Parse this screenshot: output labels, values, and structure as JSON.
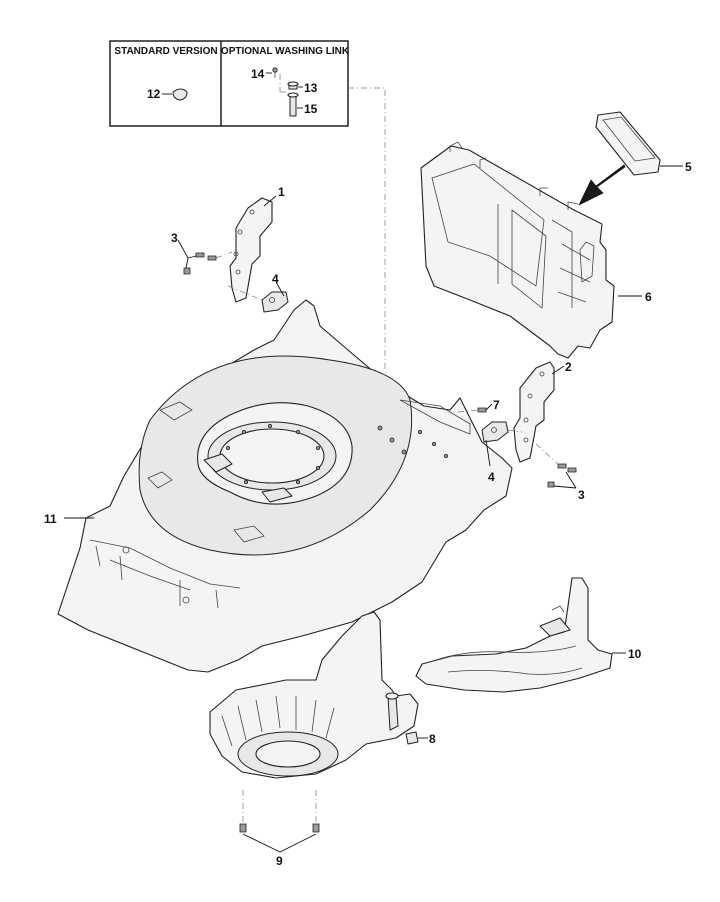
{
  "optional_box": {
    "standard_header": "STANDARD VERSION",
    "washing_header": "OPTIONAL WASHING LINK"
  },
  "callouts": {
    "c1": "1",
    "c2": "2",
    "c3a": "3",
    "c3b": "3",
    "c4a": "4",
    "c4b": "4",
    "c5": "5",
    "c6": "6",
    "c7": "7",
    "c8": "8",
    "c9": "9",
    "c10": "10",
    "c11": "11",
    "c12": "12",
    "c13": "13",
    "c14": "14",
    "c15": "15"
  }
}
